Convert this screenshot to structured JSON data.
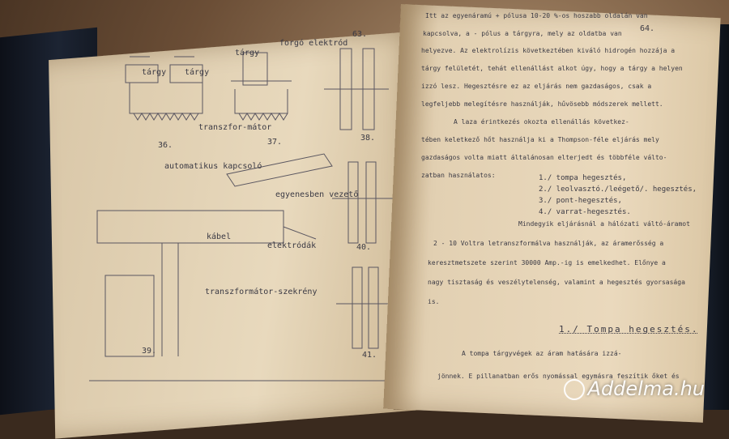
{
  "left_page": {
    "page_number": "63.",
    "labels": {
      "forgo_elektrodn": "forgó elektród",
      "targy_top": "tárgy",
      "targy_left": "tárgy",
      "targy_right": "tárgy",
      "transzformator": "transzfor-mátor",
      "automatikus_kapcsolo": "automatikus kapcsoló",
      "egyenesben_vezeto": "egyenesben vezető",
      "kabel": "kábel",
      "elektrodak": "elektródák",
      "transzformator_szekreny": "transzformátor-szekrény"
    },
    "figure_numbers": [
      "36.",
      "37.",
      "38.",
      "39.",
      "40.",
      "41."
    ]
  },
  "right_page": {
    "page_number": "64.",
    "lines": [
      "Itt az egyenáramú + pólusa 10-20 %-os hoszabb oldalán van",
      "kapcsolva, a - pólus a tárgyra, mely az oldatba van",
      "helyezve. Az elektrolízis következtében kiváló hidrogén hozzája a",
      "tárgy felületét, tehát ellenállást alkot úgy, hogy a tárgy a helyen",
      "izzó lesz. Hegesztésre ez az eljárás nem gazdaságos, csak a",
      "legfeljebb melegítésre használják, hűvösebb módszerek mellett.",
      "A laza érintkezés okozta ellenállás következ-",
      "tében keletkező hőt használja ki a Thompson-féle eljárás mely",
      "gazdaságos volta miatt általánosan elterjedt és többféle válto-",
      "zatban használatos:"
    ],
    "list": [
      "1./ tompa hegesztés,",
      "2./ leolvasztó./leégető/. hegesztés,",
      "3./ pont-hegesztés,",
      "4./ varrat-hegesztés."
    ],
    "para2": [
      "Mindegyik eljárásnál a hálózati váltó-áramot",
      "2 - 10 Voltra letranszformálva használják, az áramerősség a",
      "keresztmetszete szerint 30000 Amp.-ig is emelkedhet. Előnye a",
      "nagy tisztaság és veszélytelenség, valamint a hegesztés gyorsasága",
      "is."
    ],
    "heading": "1./ Tompa hegesztés.",
    "para3": [
      "A tompa tárgyvégek az áram hatására izzá-",
      "jönnek. E pillanatban erős nyomással egymásra feszítik őket és"
    ]
  },
  "watermark": "Addelma.hu",
  "colors": {
    "paper": "#e6d5b8",
    "ink": "#3b3a44",
    "cover": "#151a24"
  }
}
